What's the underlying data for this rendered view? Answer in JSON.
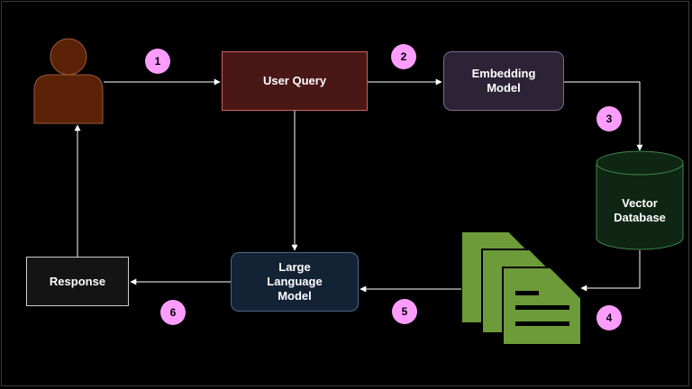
{
  "nodes": {
    "user_query": "User Query",
    "embedding_model": "Embedding\nModel",
    "vector_database": "Vector\nDatabase",
    "llm": "Large\nLanguage\nModel",
    "response": "Response"
  },
  "steps": [
    "1",
    "2",
    "3",
    "4",
    "5",
    "6"
  ],
  "icons": {
    "user": "user-icon",
    "database": "database-cylinder-icon",
    "documents": "document-stack-icon"
  },
  "colors": {
    "background": "#000000",
    "user_icon": "#5c2207",
    "user_query_fill": "#4a1717",
    "user_query_border": "#d06060",
    "embedding_fill": "#2c2336",
    "llm_fill": "#142235",
    "response_fill": "#141414",
    "database_fill": "#0f2614",
    "documents": "#6d9b3a",
    "step_badge": "#ff9cff",
    "connector": "#ffffff"
  }
}
